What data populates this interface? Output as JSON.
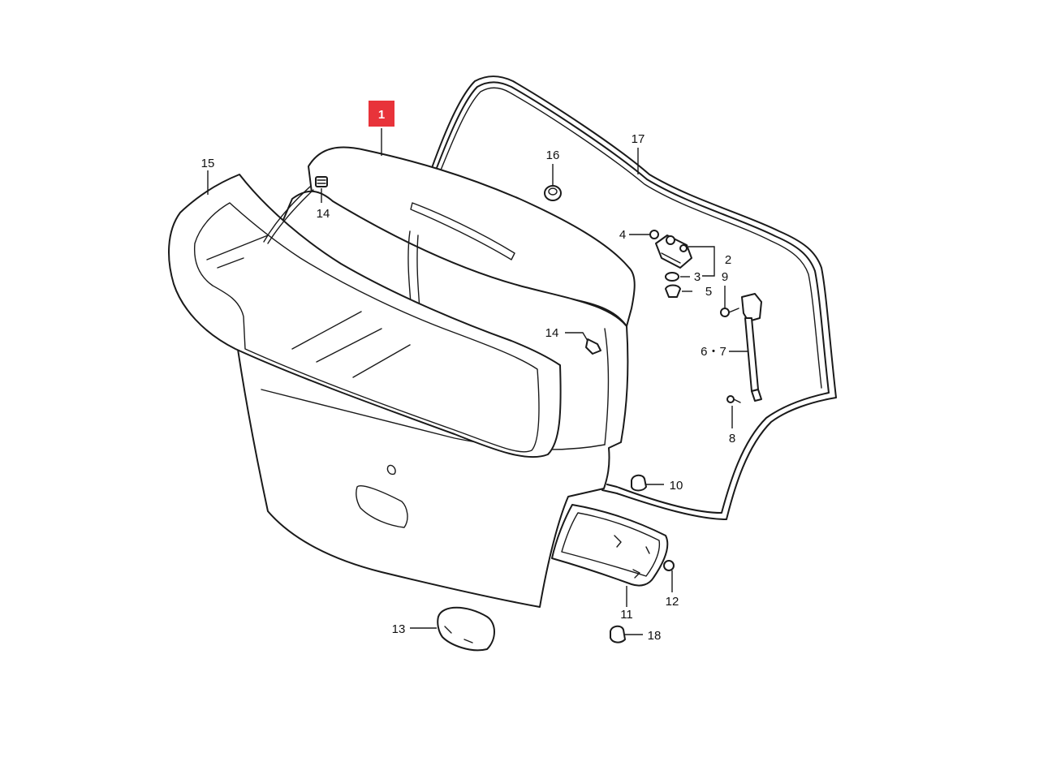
{
  "diagram": {
    "highlighted_part": "1",
    "callouts": [
      {
        "id": "c1",
        "label": "1",
        "highlighted": true
      },
      {
        "id": "c15",
        "label": "15"
      },
      {
        "id": "c14a",
        "label": "14"
      },
      {
        "id": "c16",
        "label": "16"
      },
      {
        "id": "c17",
        "label": "17"
      },
      {
        "id": "c4",
        "label": "4"
      },
      {
        "id": "c2",
        "label": "2"
      },
      {
        "id": "c3",
        "label": "3"
      },
      {
        "id": "c9",
        "label": "9"
      },
      {
        "id": "c5",
        "label": "5"
      },
      {
        "id": "c14b",
        "label": "14"
      },
      {
        "id": "c67",
        "label": "6・7"
      },
      {
        "id": "c8",
        "label": "8"
      },
      {
        "id": "c10",
        "label": "10"
      },
      {
        "id": "c12",
        "label": "12"
      },
      {
        "id": "c11",
        "label": "11"
      },
      {
        "id": "c13",
        "label": "13"
      },
      {
        "id": "c18",
        "label": "18"
      }
    ],
    "colors": {
      "highlight": "#e8333a",
      "line": "#1a1a1a",
      "background": "#ffffff"
    }
  }
}
